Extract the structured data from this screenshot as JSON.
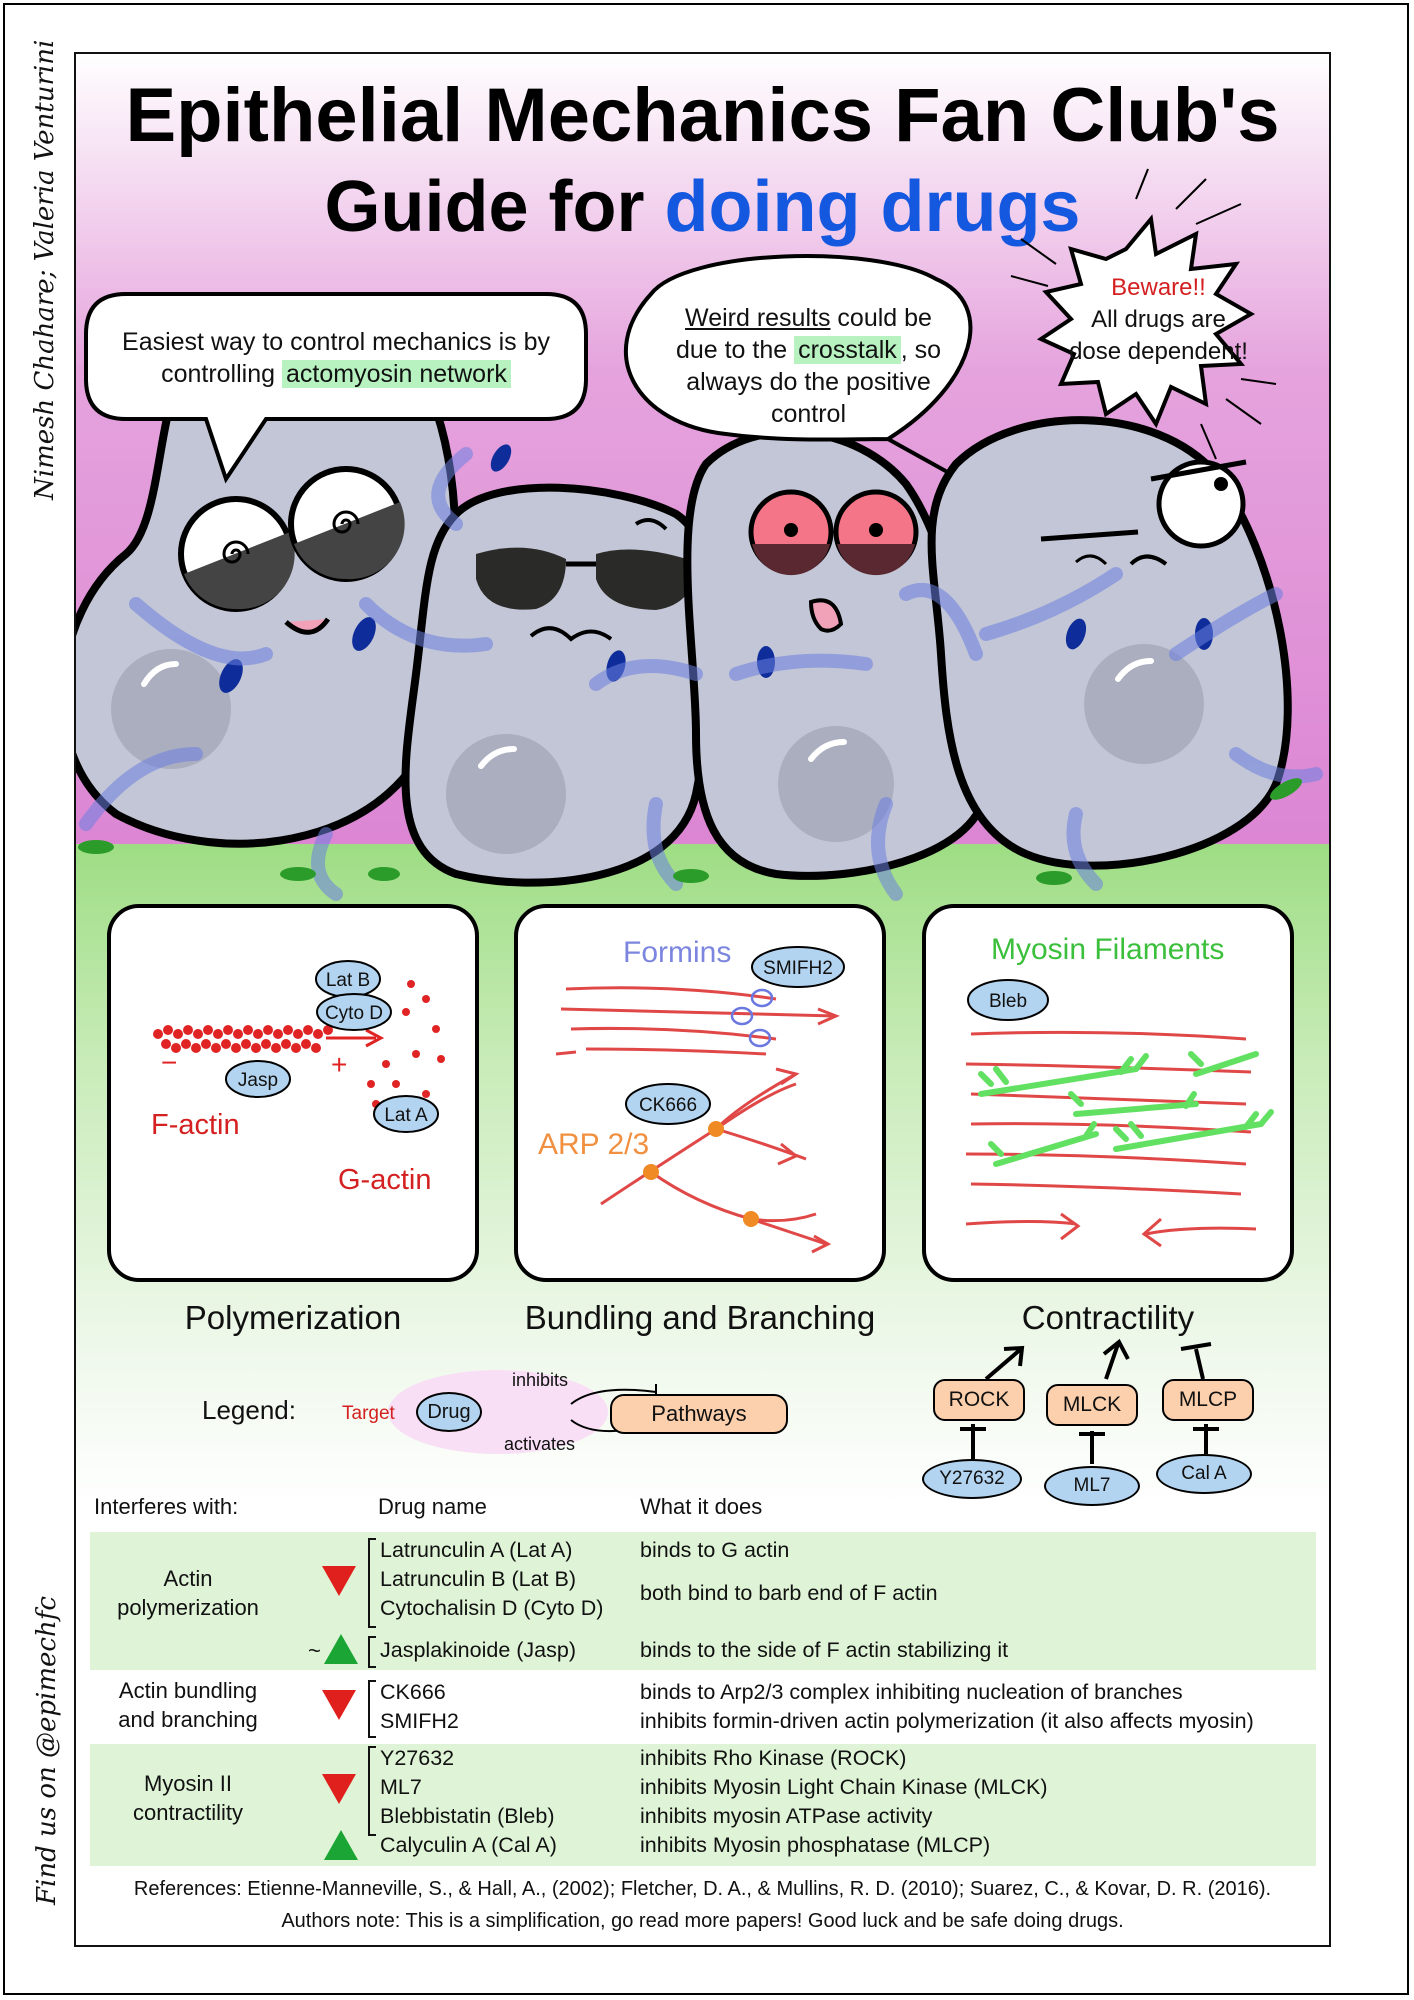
{
  "header": {
    "title_line1": "Epithelial Mechanics Fan Club's",
    "title_line2_prefix": "Guide for ",
    "title_line2_accent": "doing drugs"
  },
  "sidebar": {
    "authors": "Nimesh Chahare; Valeria Venturini",
    "social": "Find us on @epimechfc"
  },
  "bubbles": {
    "left_line1": "Easiest way to control mechanics is by",
    "left_line2_prefix": "controlling ",
    "left_line2_highlight": "actomyosin network",
    "middle_underlined": "Weird results",
    "middle_line1_rest": " could be",
    "middle_line2_prefix": "due to the ",
    "middle_line2_highlight": "crosstalk",
    "middle_line2_suffix": ", so",
    "middle_line3": "always do the positive",
    "middle_line4": "control",
    "right_warning": "Beware!!",
    "right_line2": "All drugs are",
    "right_line3": "dose dependent!"
  },
  "panels": {
    "polymerization": {
      "caption": "Polymerization",
      "f_actin": "F-actin",
      "g_actin": "G-actin",
      "minus": "−",
      "plus": "+",
      "drugs": [
        "Lat B",
        "Cyto D",
        "Jasp",
        "Lat A"
      ]
    },
    "bundling": {
      "caption": "Bundling and Branching",
      "formins": "Formins",
      "arp": "ARP 2/3",
      "drugs": [
        "SMIFH2",
        "CK666"
      ]
    },
    "contractility": {
      "caption": "Contractility",
      "myosin": "Myosin Filaments",
      "drugs": [
        "Bleb"
      ]
    }
  },
  "legend": {
    "label": "Legend:",
    "target": "Target",
    "drug": "Drug",
    "inhibits": "inhibits",
    "activates": "activates",
    "pathways": "Pathways"
  },
  "pathways": [
    {
      "name": "ROCK",
      "drug": "Y27632"
    },
    {
      "name": "MLCK",
      "drug": "ML7"
    },
    {
      "name": "MLCP",
      "drug": "Cal A"
    }
  ],
  "table": {
    "headers": [
      "Interferes with:",
      "Drug name",
      "What it does"
    ],
    "groups": [
      {
        "name_line1": "Actin",
        "name_line2": "polymerization",
        "drugs": [
          "Latrunculin A (Lat A)",
          "Latrunculin B (Lat B)",
          "Cytochalisin D (Cyto D)",
          "Jasplakinoide (Jasp)"
        ],
        "effects": [
          "binds to G actin",
          "both bind to barb end of F actin",
          "binds to the side of F actin stabilizing it"
        ],
        "tilde": "~"
      },
      {
        "name_line1": "Actin bundling",
        "name_line2": "and branching",
        "drugs": [
          "CK666",
          "SMIFH2"
        ],
        "effects": [
          "binds to Arp2/3 complex inhibiting nucleation of branches",
          "inhibits formin-driven actin polymerization (it also affects myosin)"
        ]
      },
      {
        "name_line1": "Myosin II",
        "name_line2": "contractility",
        "drugs": [
          "Y27632",
          "ML7",
          "Blebbistatin (Bleb)",
          "Calyculin A (Cal A)"
        ],
        "effects": [
          "inhibits Rho Kinase (ROCK)",
          "inhibits Myosin Light Chain Kinase (MLCK)",
          "inhibits myosin ATPase activity",
          "inhibits Myosin phosphatase (MLCP)"
        ]
      }
    ]
  },
  "footer": {
    "references": "References: Etienne-Manneville, S., & Hall, A., (2002); Fletcher, D. A., & Mullins, R. D. (2010); Suarez, C., & Kovar, D. R. (2016).",
    "note": "Authors note: This is a simplification, go read more papers! Good luck and be safe doing drugs."
  },
  "colors": {
    "accent_blue": "#1558e0",
    "cell_gray": "#c3c6d6",
    "drug_blue": "#b3d4f0",
    "pathway_orange": "#fdd0ad",
    "table_band": "#dff4d7",
    "warning_red": "#d42020",
    "down_red": "#e0201c",
    "up_green": "#1aa535"
  }
}
